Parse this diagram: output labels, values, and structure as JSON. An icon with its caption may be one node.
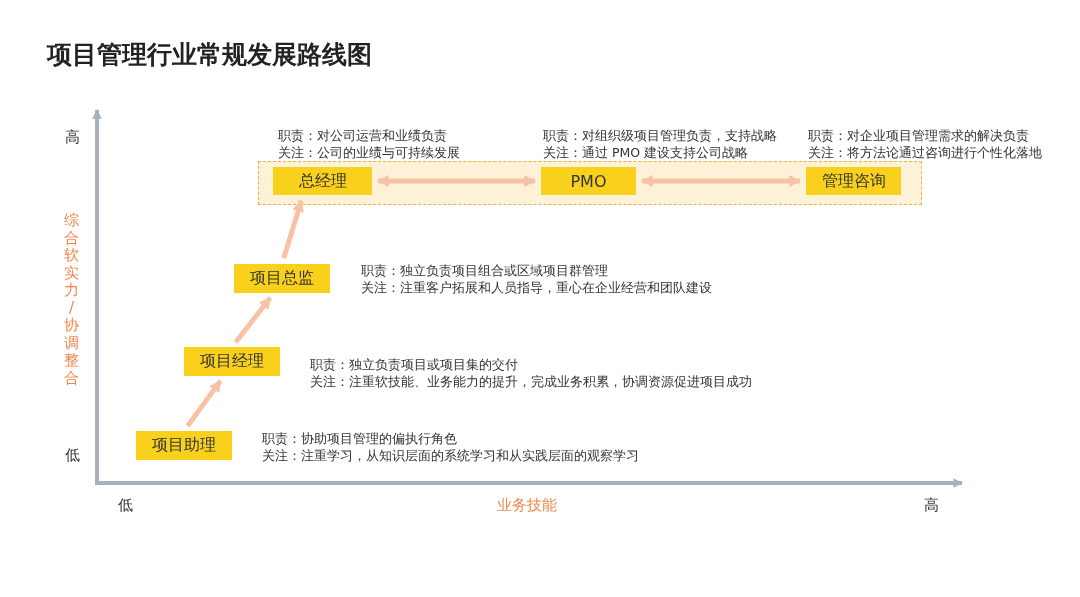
{
  "diagram": {
    "title": "项目管理行业常规发展路线图",
    "nodes": [
      {
        "text": [],
        "shape": "band"
      },
      {
        "text": [
          "总经理"
        ],
        "in": 0,
        "beside": [
          "职责：对公司运营和业绩负责",
          "关注：公司的业绩与可持续发展"
        ]
      },
      {
        "text": [
          "PMO"
        ],
        "in": 0,
        "beside": [
          "职责：对组织级项目管理负责，支持战略",
          "关注：通过 PMO 建设支持公司战略"
        ]
      },
      {
        "text": [
          "管理咨询"
        ],
        "in": 0,
        "beside": [
          "职责：对企业项目管理需求的解决负责",
          "关注：将方法论通过咨询进行个性化落地"
        ]
      },
      {
        "text": [
          "项目总监"
        ],
        "beside": [
          "职责：独立负责项目组合或区域项目群管理",
          "关注：注重客户拓展和人员指导，重心在企业经营和团队建设"
        ]
      },
      {
        "text": [
          "项目经理"
        ],
        "beside": [
          "职责：独立负责项目或项目集的交付",
          "关注：注重软技能、业务能力的提升，完成业务积累，协调资源促进项目成功"
        ]
      },
      {
        "text": [
          "项目助理"
        ],
        "beside": [
          "职责：协助项目管理的偏执行角色",
          "关注：注重学习，从知识层面的系统学习和从实践层面的观察学习"
        ]
      }
    ],
    "edges": [
      {
        "from": 1,
        "to": 2,
        "arrow": "both"
      },
      {
        "from": 2,
        "to": 3,
        "arrow": "both"
      },
      {
        "from": 6,
        "to": 5,
        "arrow": "to"
      },
      {
        "from": 5,
        "to": 4,
        "arrow": "to"
      },
      {
        "from": 4,
        "to": 1,
        "arrow": "to"
      }
    ],
    "labels": [
      "高",
      "综合软实力/协调整合",
      "低",
      "低",
      "业务技能",
      "高"
    ]
  }
}
